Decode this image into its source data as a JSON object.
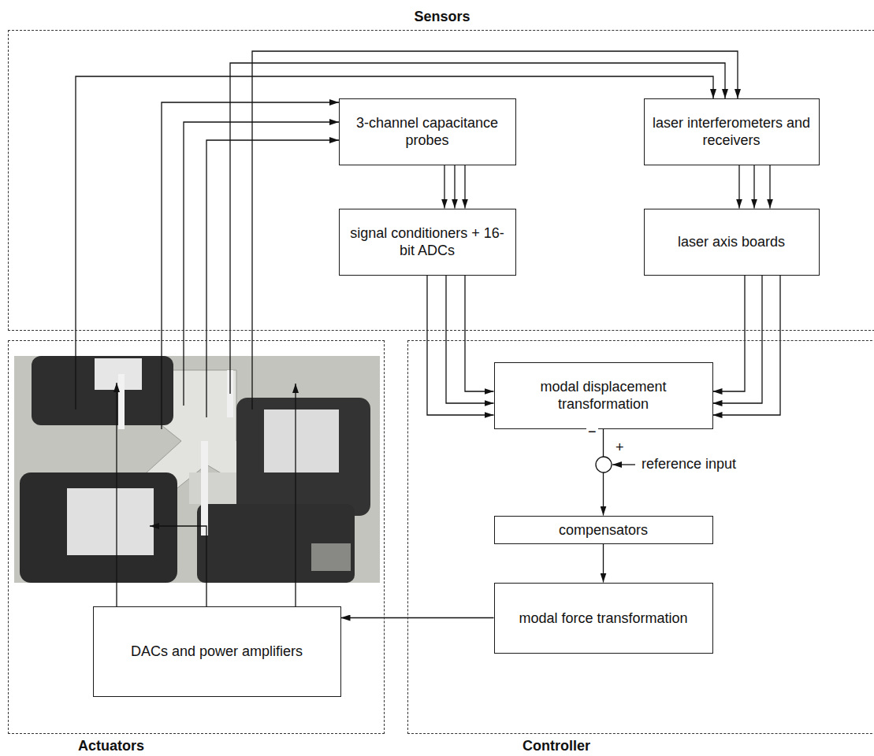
{
  "diagram": {
    "nodes": [
      {
        "text": [
          "Sensors"
        ]
      },
      {
        "text": [
          "3-channel capacitance probes"
        ],
        "in": 0
      },
      {
        "text": [
          "laser interferometers and receivers"
        ],
        "in": 0
      },
      {
        "text": [
          "signal conditioners + 16-bit ADCs"
        ],
        "in": 0
      },
      {
        "text": [
          "laser axis boards"
        ],
        "in": 0
      },
      {
        "text": [
          "Actuators"
        ]
      },
      {
        "text": [
          "DACs and power amplifiers"
        ],
        "in": 5
      },
      {
        "text": [
          "Controller"
        ]
      },
      {
        "text": [
          "modal displacement transformation"
        ],
        "in": 7
      },
      {
        "text": [
          "compensators"
        ],
        "in": 7
      },
      {
        "text": [
          "modal force transformation"
        ],
        "in": 7
      }
    ],
    "edges": [
      {
        "from": 1,
        "to": 3,
        "arrow": "to"
      },
      {
        "from": 1,
        "to": 3,
        "arrow": "to"
      },
      {
        "from": 1,
        "to": 3,
        "arrow": "to"
      },
      {
        "from": 2,
        "to": 4,
        "arrow": "to"
      },
      {
        "from": 2,
        "to": 4,
        "arrow": "to"
      },
      {
        "from": 2,
        "to": 4,
        "arrow": "to"
      },
      {
        "from": 3,
        "to": 8,
        "arrow": "to"
      },
      {
        "from": 3,
        "to": 8,
        "arrow": "to"
      },
      {
        "from": 3,
        "to": 8,
        "arrow": "to"
      },
      {
        "from": 4,
        "to": 8,
        "arrow": "to"
      },
      {
        "from": 4,
        "to": 8,
        "arrow": "to"
      },
      {
        "from": 4,
        "to": 8,
        "arrow": "to"
      },
      {
        "from": 8,
        "to": 9,
        "arrow": "to"
      },
      {
        "from": 9,
        "to": 10,
        "arrow": "to"
      },
      {
        "from": 10,
        "to": 6,
        "arrow": "to"
      }
    ],
    "labels": [
      "−",
      "+",
      "reference input"
    ]
  }
}
